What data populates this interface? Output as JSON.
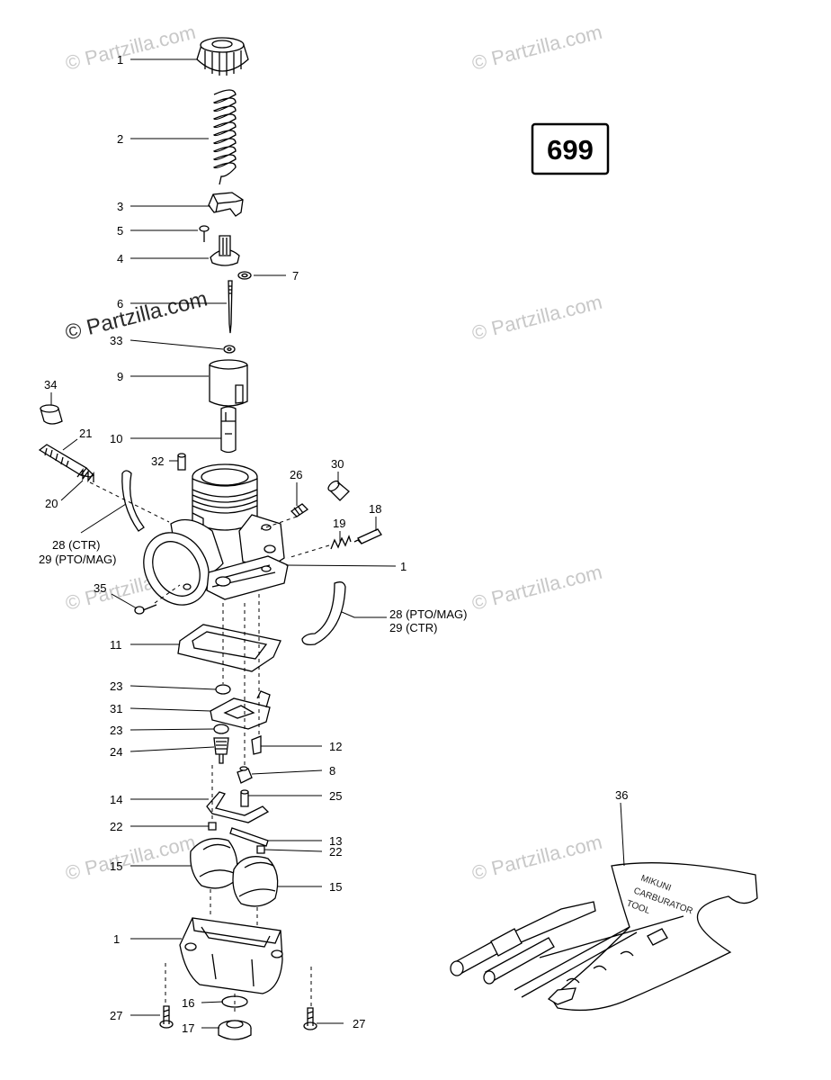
{
  "diagram": {
    "reference_number": "699",
    "watermark_text": "© Partzilla.com",
    "tool_kit_text": [
      "MIKUNI",
      "CARBURATOR",
      "TOOL"
    ],
    "callouts": {
      "c1_top": "1",
      "c2": "2",
      "c3": "3",
      "c5": "5",
      "c4": "4",
      "c7": "7",
      "c6": "6",
      "c33": "33",
      "c9": "9",
      "c34": "34",
      "c10": "10",
      "c21": "21",
      "c32": "32",
      "c26": "26",
      "c30": "30",
      "c20": "20",
      "c18": "18",
      "c19": "19",
      "c28_29_left_a": "28 (CTR)",
      "c28_29_left_b": "29 (PTO/MAG)",
      "c1_mid": "1",
      "c35": "35",
      "c28_29_right_a": "28 (PTO/MAG)",
      "c28_29_right_b": "29 (CTR)",
      "c11": "11",
      "c23_a": "23",
      "c31": "31",
      "c23_b": "23",
      "c24": "24",
      "c12": "12",
      "c8": "8",
      "c14": "14",
      "c25": "25",
      "c22_a": "22",
      "c13": "13",
      "c22_b": "22",
      "c15_a": "15",
      "c15_b": "15",
      "c1_bottom": "1",
      "c36": "36",
      "c16": "16",
      "c27_a": "27",
      "c17": "17",
      "c27_b": "27"
    }
  }
}
